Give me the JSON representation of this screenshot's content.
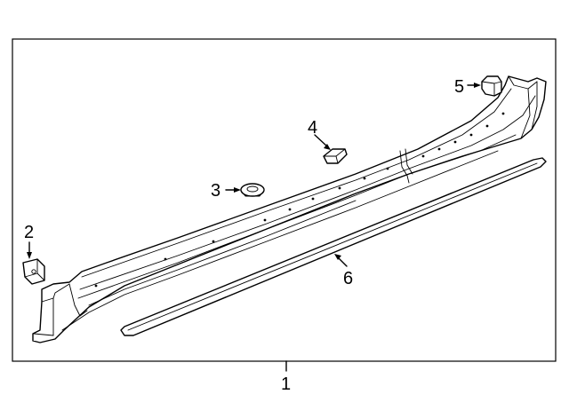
{
  "callouts": {
    "c1": "1",
    "c2": "2",
    "c3": "3",
    "c4": "4",
    "c5": "5",
    "c6": "6"
  },
  "parts": {
    "p1": "rocker-panel-assembly",
    "p2": "clip",
    "p3": "grommet",
    "p4": "retainer",
    "p5": "plug",
    "p6": "molding-strip"
  },
  "colors": {
    "line": "#000000",
    "background": "#ffffff"
  }
}
